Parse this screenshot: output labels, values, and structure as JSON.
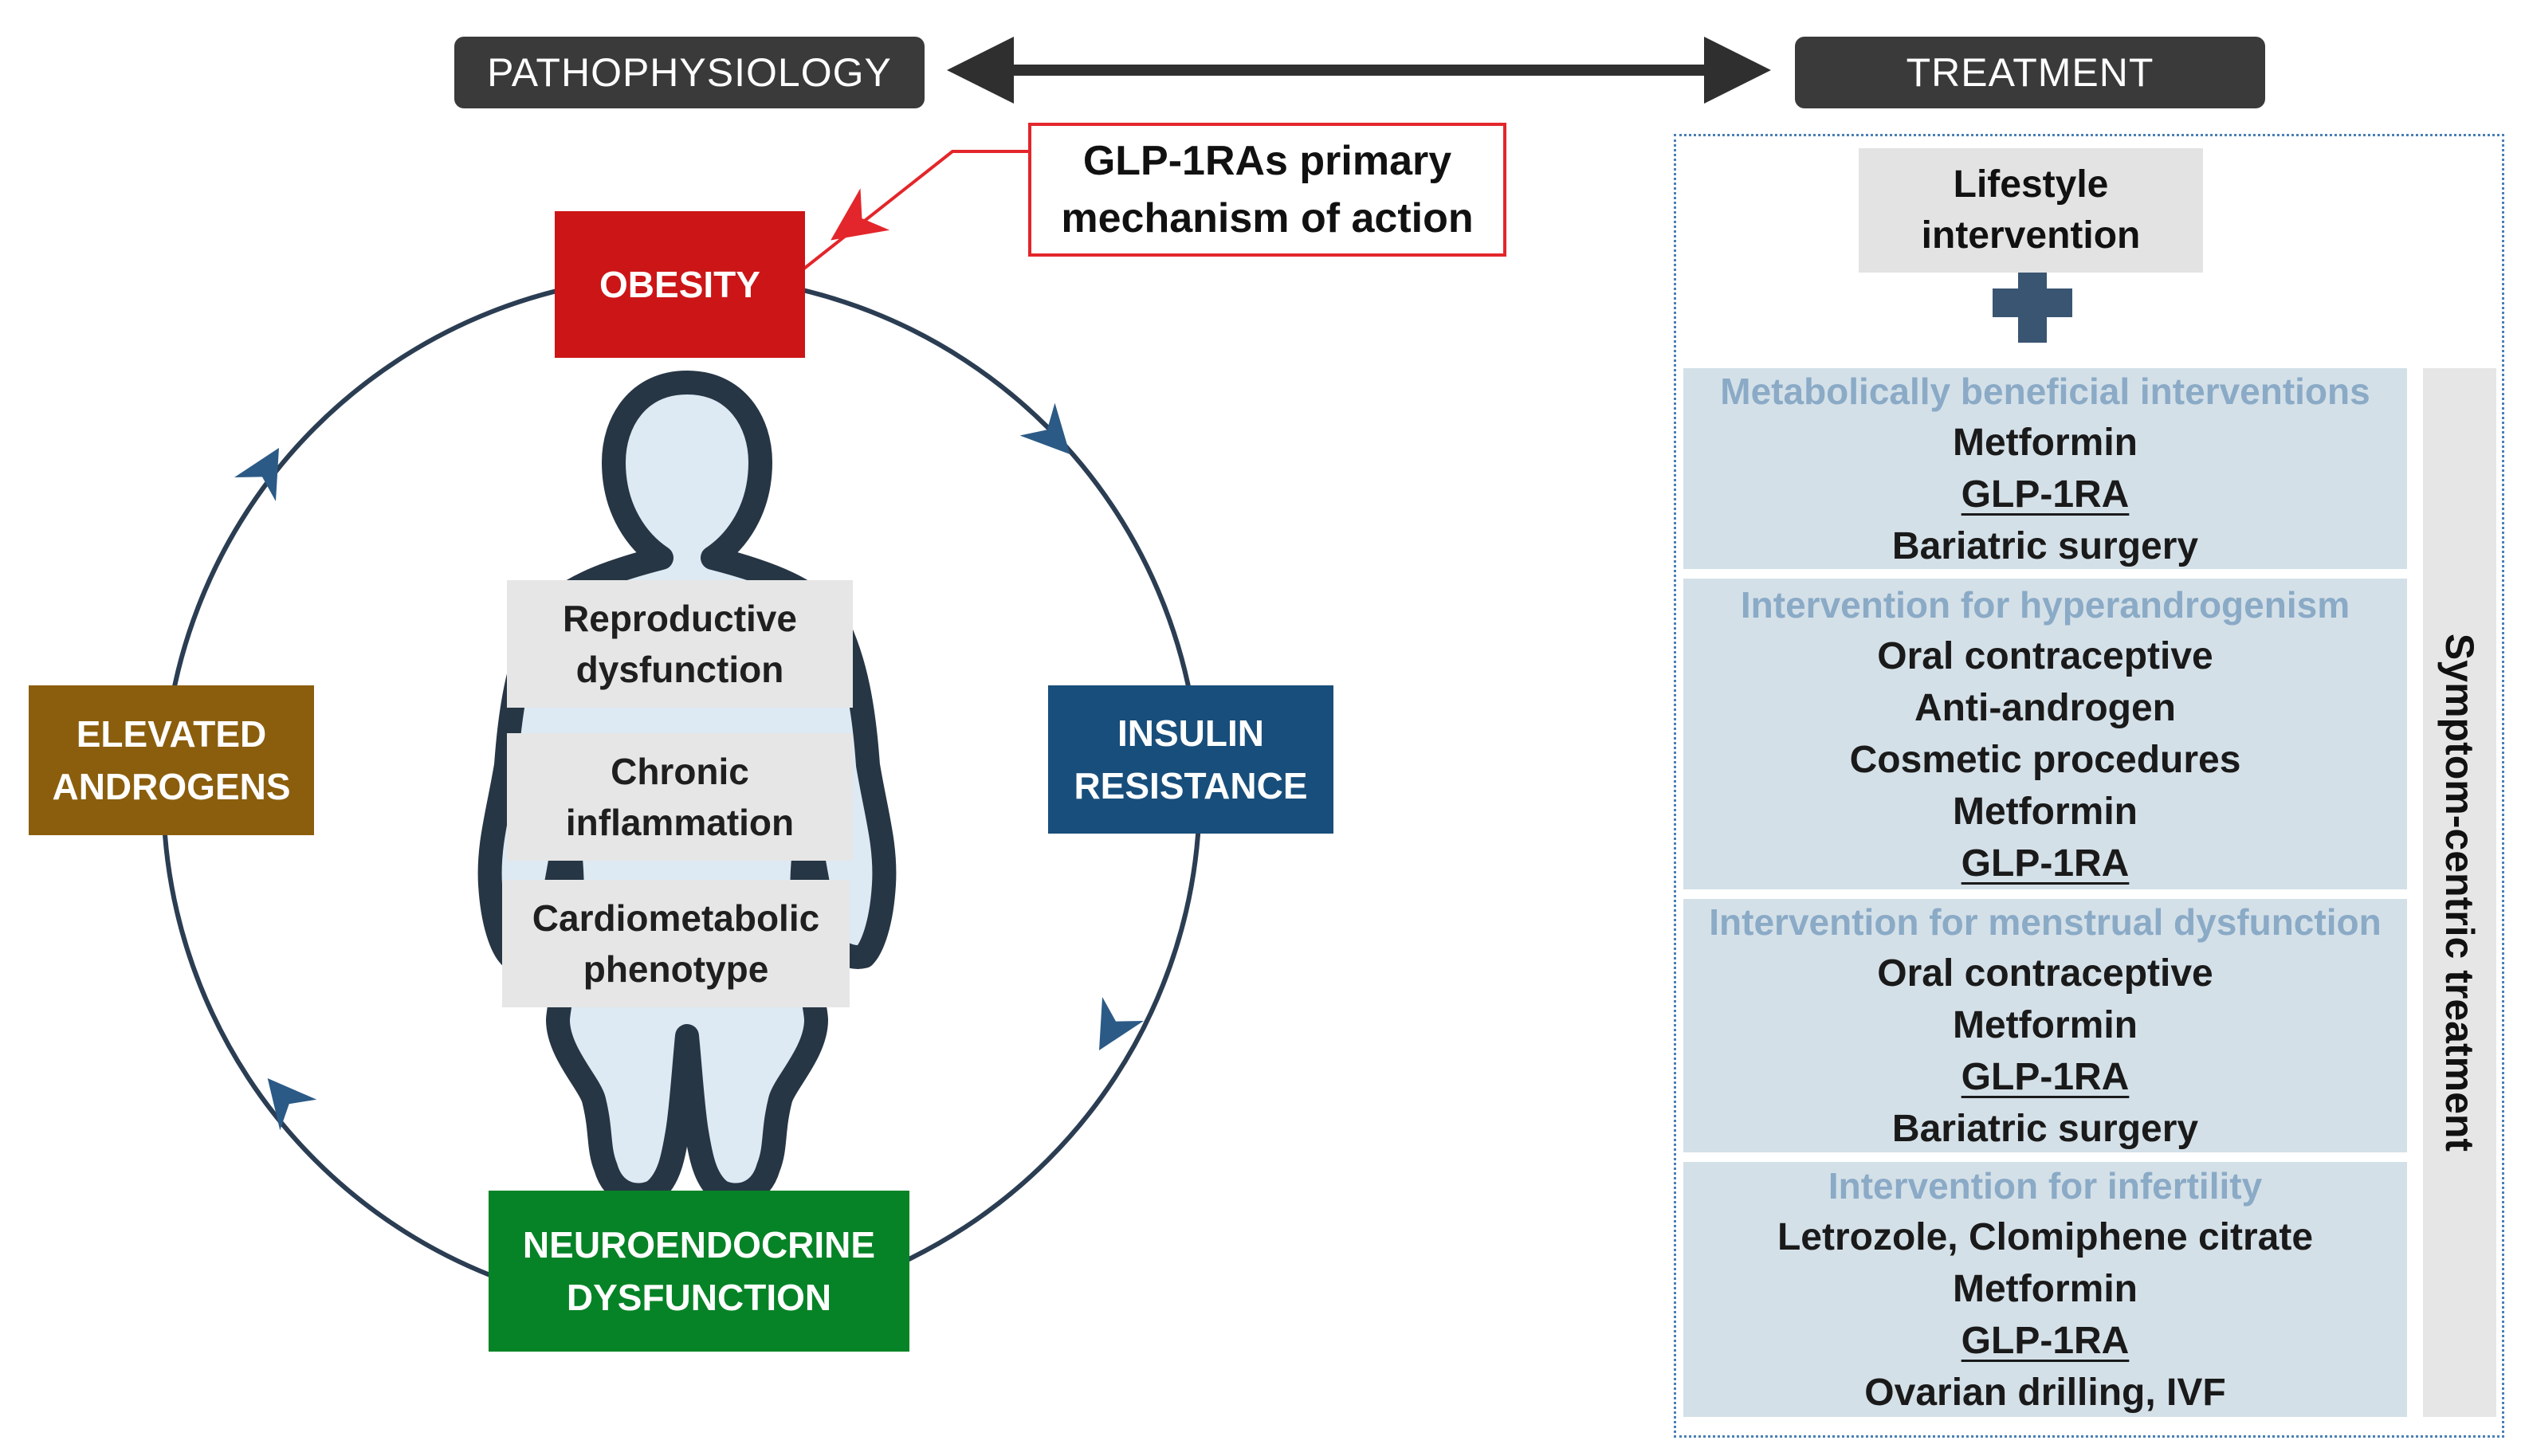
{
  "headers": {
    "left": "PATHOPHYSIOLOGY",
    "right": "TREATMENT"
  },
  "callout": {
    "line1": "GLP-1RAs primary",
    "line2": "mechanism of action"
  },
  "cycle": {
    "obesity": "OBESITY",
    "insulin_line1": "INSULIN",
    "insulin_line2": "RESISTANCE",
    "neuro_line1": "NEUROENDOCRINE",
    "neuro_line2": "DYSFUNCTION",
    "androgen_line1": "ELEVATED",
    "androgen_line2": "ANDROGENS"
  },
  "body_boxes": [
    {
      "line1": "Reproductive",
      "line2": "dysfunction"
    },
    {
      "line1": "Chronic",
      "line2": "inflammation"
    },
    {
      "line1": "Cardiometabolic",
      "line2": "phenotype"
    }
  ],
  "treatment": {
    "lifestyle_line1": "Lifestyle",
    "lifestyle_line2": "intervention",
    "side_label": "Symptom-centric treatment",
    "sections": [
      {
        "heading": "Metabolically beneficial interventions",
        "items": [
          "Metformin",
          "GLP-1RA",
          "Bariatric surgery"
        ]
      },
      {
        "heading": "Intervention for hyperandrogenism",
        "items": [
          "Oral contraceptive",
          "Anti-androgen",
          "Cosmetic procedures",
          "Metformin",
          "GLP-1RA"
        ]
      },
      {
        "heading": "Intervention for menstrual dysfunction",
        "items": [
          "Oral contraceptive",
          "Metformin",
          "GLP-1RA",
          "Bariatric surgery"
        ]
      },
      {
        "heading": "Intervention for infertility",
        "items": [
          "Letrozole, Clomiphene citrate",
          "Metformin",
          "GLP-1RA",
          "Ovarian drilling, IVF"
        ]
      }
    ]
  },
  "colors": {
    "obesity": "#cc1517",
    "insulin": "#184e7b",
    "neuro": "#068326",
    "androgen": "#8b5e0d",
    "cycle_line": "#2b3d52",
    "arrow_chevron": "#2c5a86",
    "callout_red": "#e3262b",
    "header_dark": "#3a3a3a",
    "section_bg": "#d4e0e8",
    "section_heading": "#8aaac6",
    "body_fill": "#dde9f3",
    "body_outline": "#273645"
  }
}
